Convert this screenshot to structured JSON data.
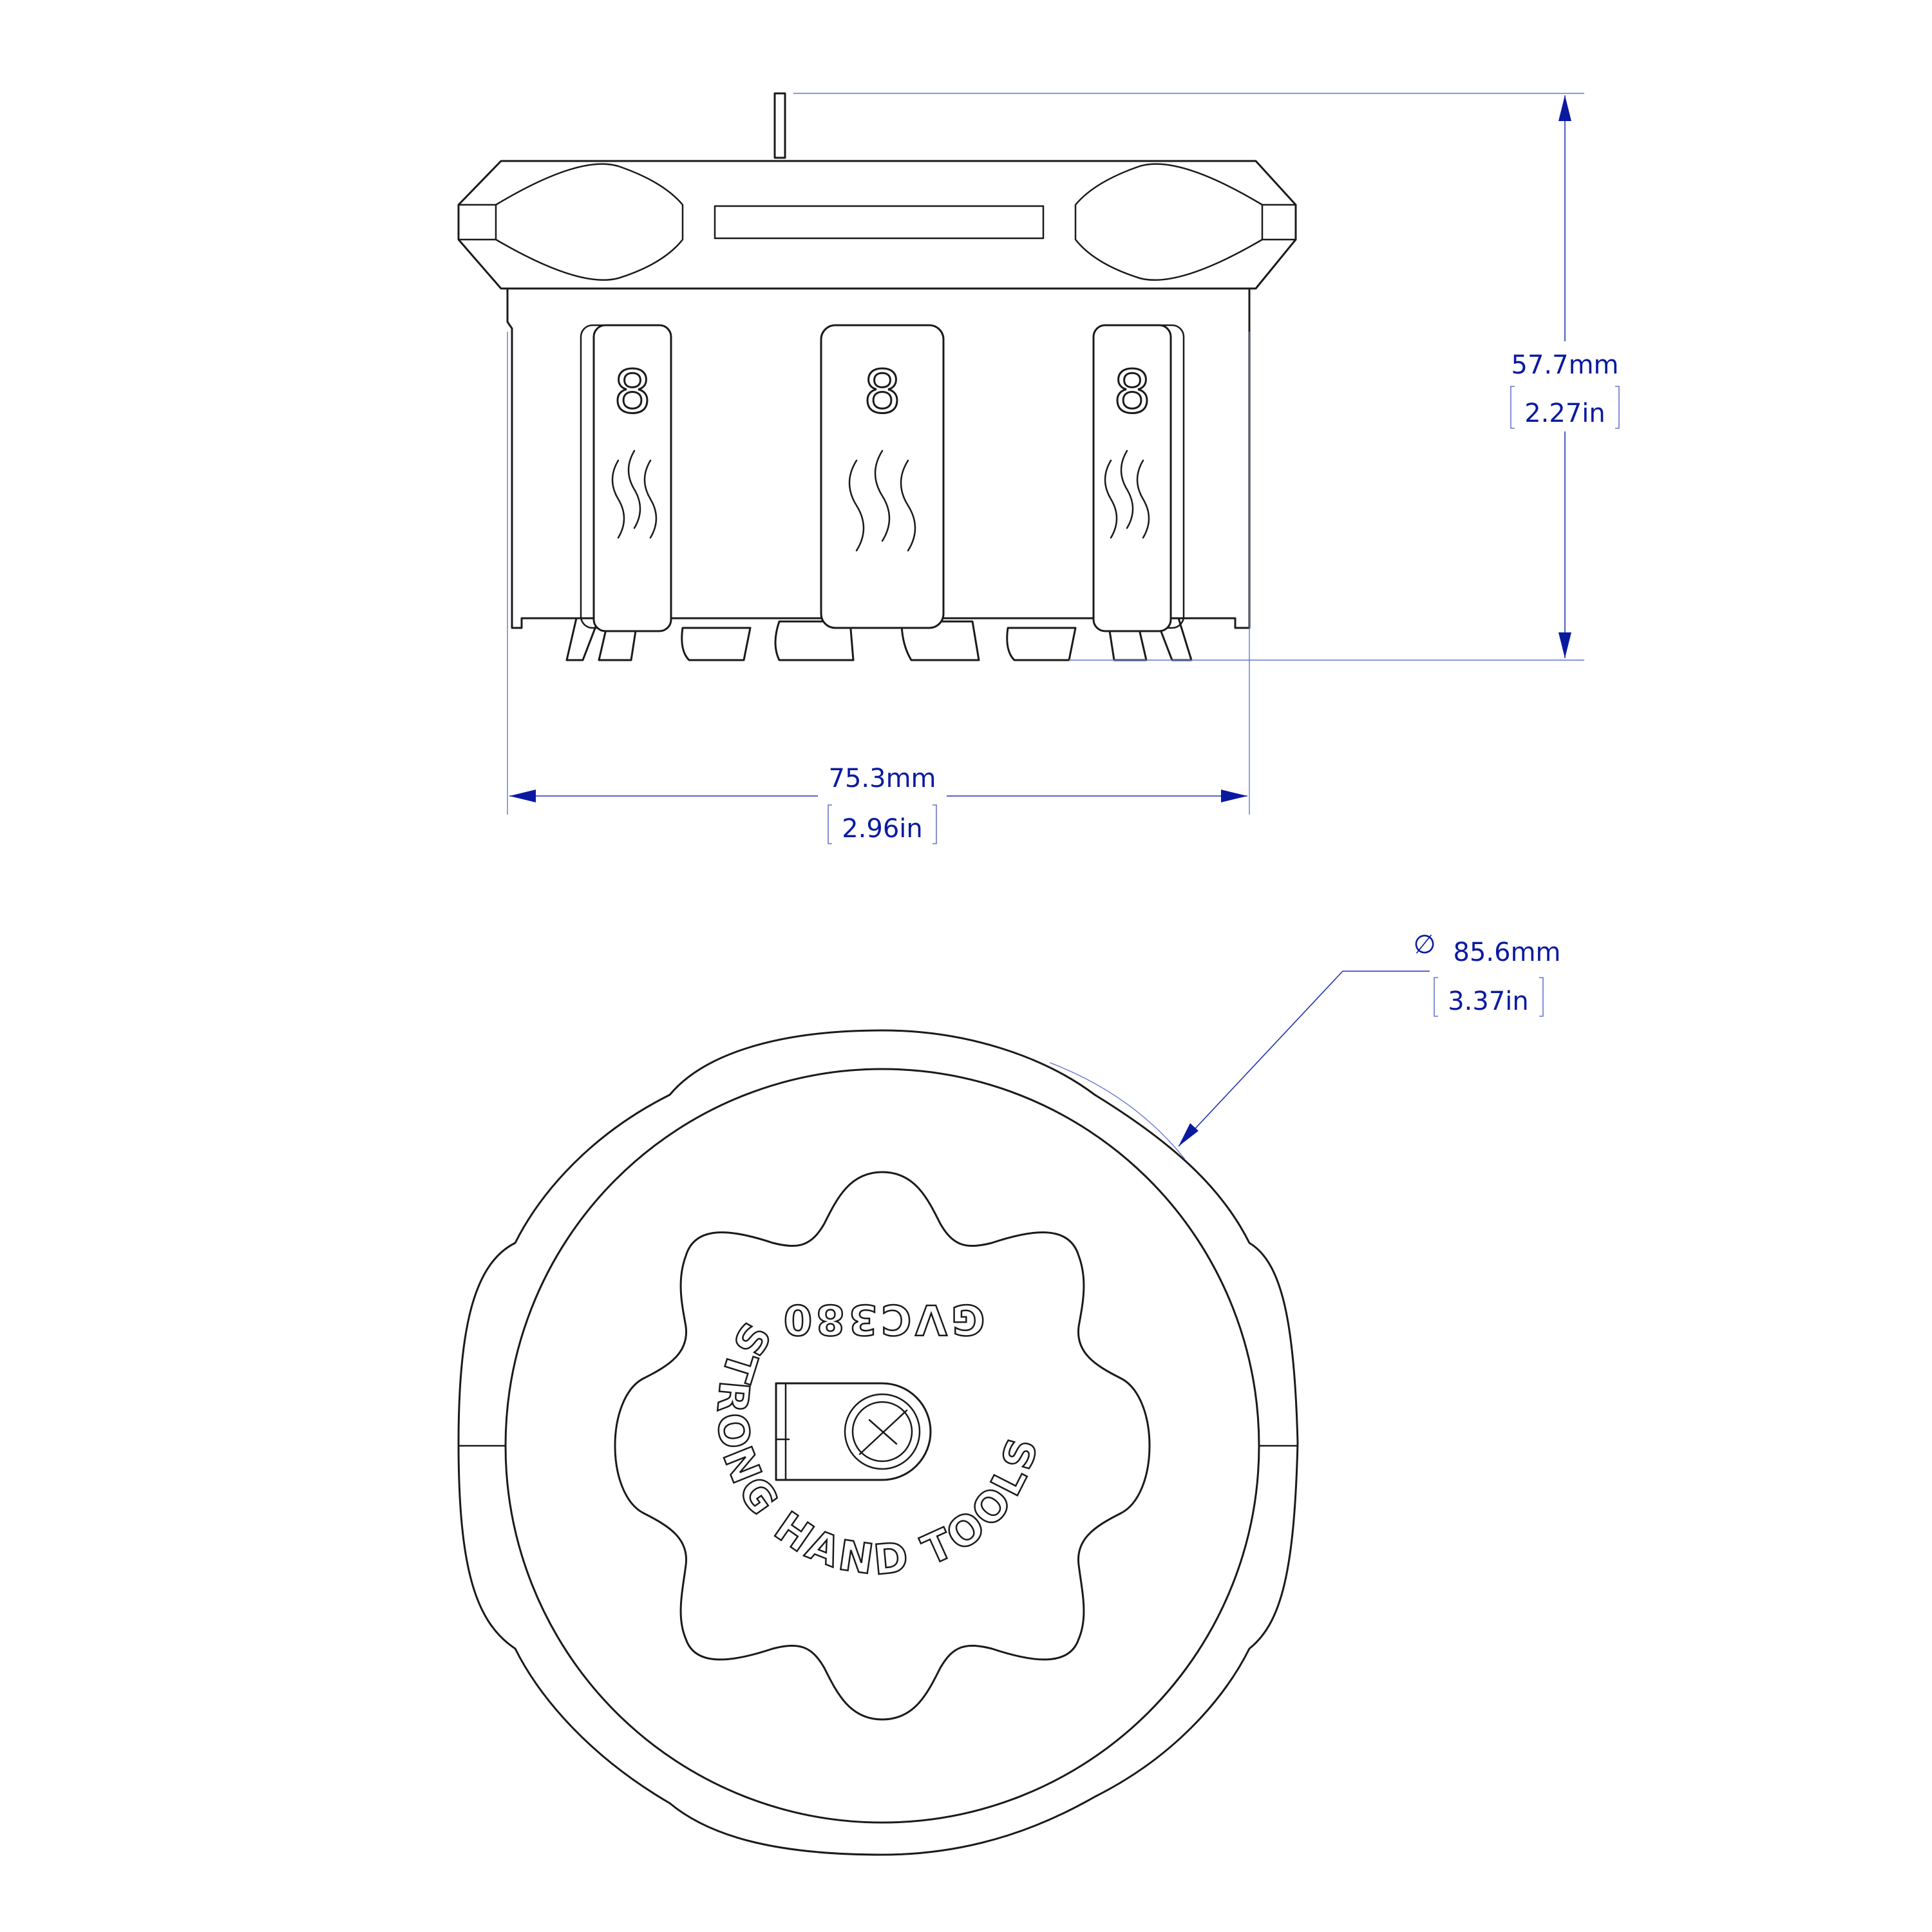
{
  "dimensions": {
    "height": {
      "mm": "57.7mm",
      "in": "2.27in"
    },
    "width": {
      "mm": "75.3mm",
      "in": "2.96in"
    },
    "diameter": {
      "symbol": "∅",
      "mm": "85.6mm",
      "in": "3.37in"
    }
  },
  "side_view": {
    "socket_size_marks": [
      "8",
      "8",
      "8"
    ]
  },
  "top_view": {
    "part_number": "GVC380",
    "brand_text": "STRONG HAND TOOLS"
  },
  "colors": {
    "dimension": "#0a1aa0",
    "outline": "#1a1a1a"
  }
}
